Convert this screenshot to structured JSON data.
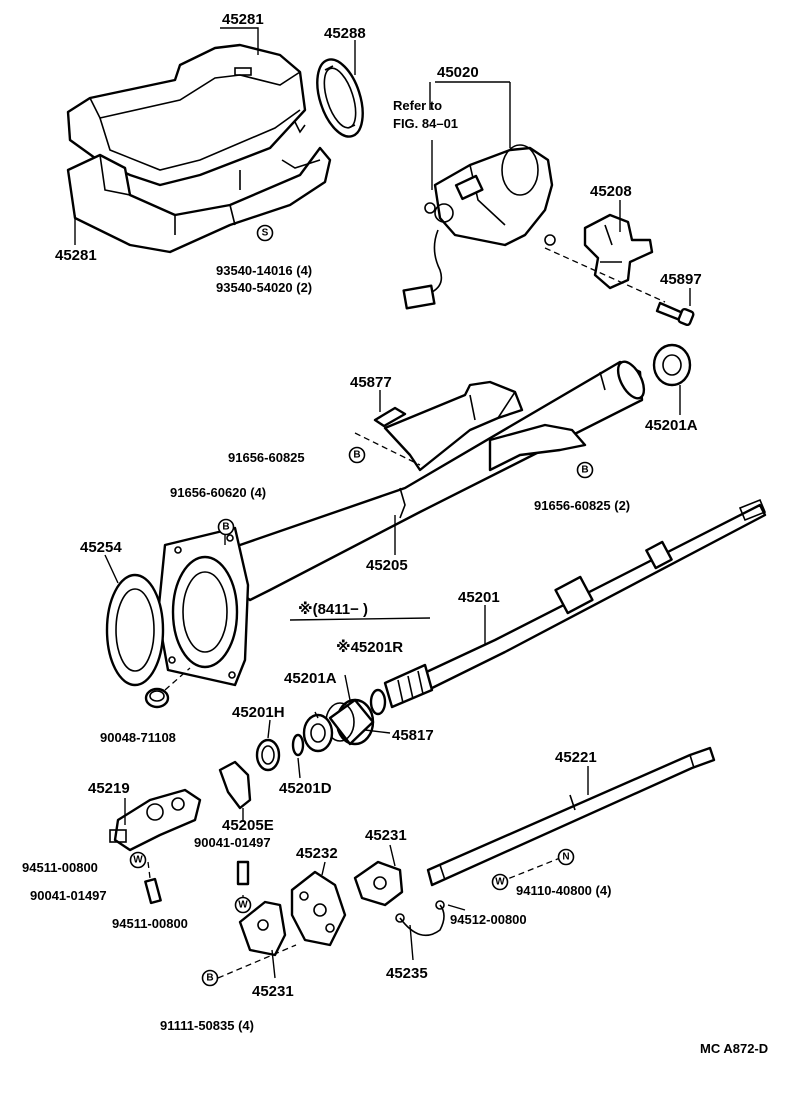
{
  "diagram": {
    "code": "MC A872-D",
    "refer_note_line1": "Refer to",
    "refer_note_line2": "FIG. 84–01",
    "labels": {
      "p45281_top": "45281",
      "p45288": "45288",
      "p45281_left": "45281",
      "bolt_93540_14016": "93540-14016 (4)",
      "bolt_93540_54020": "93540-54020 (2)",
      "p45020": "45020",
      "p45208": "45208",
      "p45897": "45897",
      "p45877": "45877",
      "p45201A_top": "45201A",
      "nut_91656_60825_left": "91656-60825",
      "nut_91656_60825_right": "91656-60825 (2)",
      "nut_91656_60620": "91656-60620 (4)",
      "p45254": "45254",
      "p45205": "45205",
      "note_8411": "※(8411−      )",
      "p45201": "45201",
      "p45201R": "※45201R",
      "p45201A_mid": "45201A",
      "p45201H": "45201H",
      "p45817": "45817",
      "p45201D": "45201D",
      "p90048_71108": "90048-71108",
      "p45219": "45219",
      "p45205E": "45205E",
      "p90041_01497_mid": "90041-01497",
      "p45232": "45232",
      "p45231_top": "45231",
      "p45221": "45221",
      "p94511_00800_left": "94511-00800",
      "p90041_01497_left": "90041-01497",
      "p94511_00800_mid": "94511-00800",
      "p94110_40800": "94110-40800 (4)",
      "p94512_00800": "94512-00800",
      "p45235": "45235",
      "p45231_bottom": "45231",
      "p91111_50835": "91111-50835 (4)"
    },
    "symbols": {
      "S": "S",
      "B": "B",
      "W": "W",
      "N": "N"
    }
  }
}
